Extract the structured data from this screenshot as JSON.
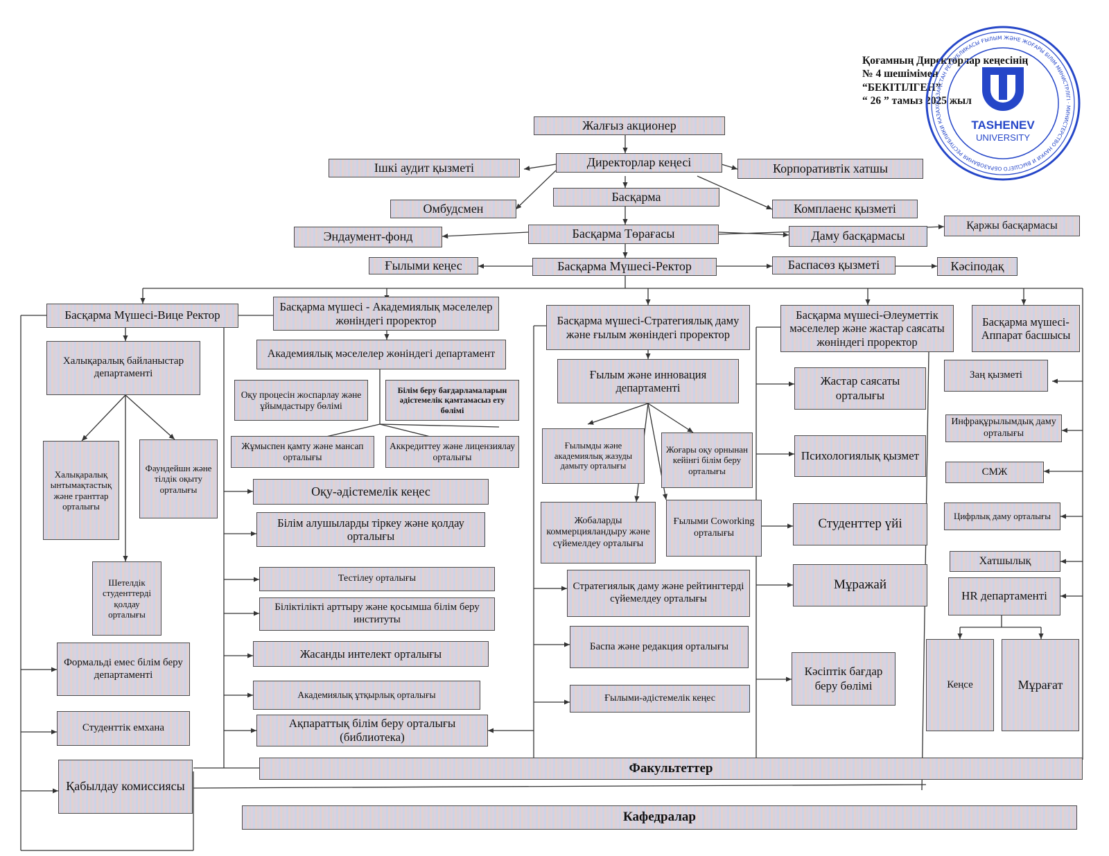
{
  "approval": {
    "line1": "Қоғамның Директорлар кеңесінің",
    "line2": "№ 4 шешімімен",
    "line3": "“БЕКІТІЛГЕН”",
    "line4": "“ 26 ” тамыз 2025 жыл"
  },
  "stamp": {
    "logo_name": "TASHENEV",
    "logo_sub": "UNIVERSITY",
    "ring_text": "ҚАЗАҚСТАН РЕСПУБЛИКАСЫ ҒЫЛЫМ ЖӘНЕ ЖОҒАРЫ БІЛІМ МИНИСТРЛІГІ · МИНИСТЕРСТВО НАУКИ И ВЫСШЕГО ОБРАЗОВАНИЯ РЕСПУБЛИКИ КАЗАХСТАН · БСН 220840031427"
  },
  "colors": {
    "stamp_blue": "#2546c8",
    "box_border": "#4a4a4a",
    "line": "#333333"
  },
  "boxes": {
    "shareholder": "Жалғыз акционер",
    "board_directors": "Директорлар кеңесі",
    "internal_audit": "Ішкі аудит қызметі",
    "corp_secretary": "Корпоративтік хатшы",
    "management_board": "Басқарма",
    "ombudsman": "Омбудсмен",
    "compliance": "Комплаенс қызметі",
    "endowment": "Эндаумент-фонд",
    "board_chairman": "Басқарма Төрағасы",
    "development_dept": "Даму басқармасы",
    "finance_dept": "Қаржы басқармасы",
    "scientific_council": "Ғылыми кеңес",
    "rector": "Басқарма Мүшесі-Ректор",
    "press_service": "Баспасөз қызметі",
    "trade_union": "Кәсіподақ",
    "vice_rector": "Басқарма Мүшесі-Вице Ректор",
    "acad_prorector": "Басқарма мүшесі - Академиялық мәселелер жөніндегі проректор",
    "strat_prorector": "Басқарма мүшесі-Стратегиялық даму және ғылым жөніндегі проректор",
    "social_prorector": "Басқарма мүшесі-Әлеуметтік мәселелер және жастар саясаты жөніндегі проректор",
    "apparatus_head": "Басқарма мүшесі-Аппарат басшысы",
    "intl_relations": "Халықаралық байланыстар департаменті",
    "acad_dept": "Академиялық мәселелер жөніндегі департамент",
    "edu_planning": "Оқу процесін жоспарлау және ұйымдастыру бөлімі",
    "edu_programs": "Білім беру бағдарламаларын әдістемелік қамтамасыз ету бөлімі",
    "science_innovation": "Ғылым және инновация департаменті",
    "youth_policy": "Жастар саясаты орталығы",
    "legal_service": "Заң қызметі",
    "intl_cooperation": "Халықаралық ынтымақтастық және гранттар орталығы",
    "foundation_lang": "Фаундейшн және тілдік оқыту орталығы",
    "employment": "Жұмыспен қамту және мансап орталығы",
    "accreditation": "Аккредиттеу және лицензиялау орталығы",
    "academic_writing": "Ғылымды және академиялық жазуды дамыту орталығы",
    "postgraduate": "Жоғары оқу орнынан кейінгі білім беру орталығы",
    "psych_service": "Психологиялық қызмет",
    "infrastructure": "Инфрақұрылымдық даму орталығы",
    "qms": "СМЖ",
    "method_council": "Оқу-әдістемелік кеңес",
    "student_registration": "Білім алушыларды тіркеу және қолдау орталығы",
    "commercialization": "Жобаларды коммерцияландыру және сүйемелдеу орталығы",
    "coworking": "Ғылыми Coworking орталығы",
    "dormitory": "Студенттер үйі",
    "digital_dev": "Цифрлық даму орталығы",
    "secretariat": "Хатшылық",
    "foreign_students": "Шетелдік студенттерді қолдау орталығы",
    "testing": "Тестілеу орталығы",
    "strategic_ratings": "Стратегиялық даму және рейтингтерді сүйемелдеу орталығы",
    "museum": "Мұражай",
    "hr_dept": "HR департаменті",
    "qualification": "Біліктілікті арттыру және қосымша білім беру институты",
    "publishing": "Баспа және редакция орталығы",
    "nonformal_edu": "Формальді емес білім беру департаменті",
    "ai_center": "Жасанды интелект орталығы",
    "career_guidance": "Кәсіптік бағдар беру бөлімі",
    "office": "Кеңсе",
    "archive": "Мұрағат",
    "academic_integrity": "Академиялық ұтқырлық орталығы",
    "sci_method_council": "Ғылыми-әдістемелік кеңес",
    "student_clinic": "Студенттік емхана",
    "library": "Ақпараттық білім беру орталығы (библиотека)",
    "admission": "Қабылдау комиссиясы",
    "faculties": "Факультеттер",
    "departments": "Кафедралар"
  }
}
